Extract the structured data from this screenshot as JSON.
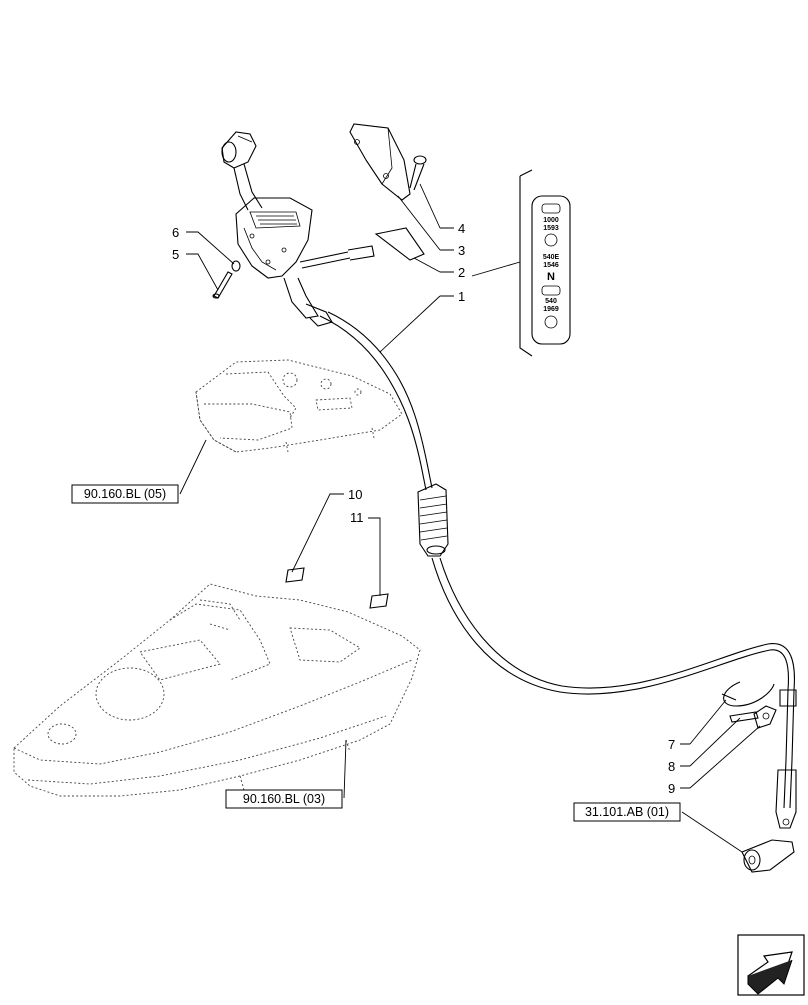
{
  "callouts": {
    "c1": "1",
    "c2": "2",
    "c3": "3",
    "c4": "4",
    "c5": "5",
    "c6": "6",
    "c7": "7",
    "c8": "8",
    "c9": "9",
    "c10": "10",
    "c11": "11"
  },
  "references": {
    "ref_top_console": "90.160.BL (05)",
    "ref_bottom_console": "90.160.BL (03)",
    "ref_lever": "31.101.AB (01)"
  },
  "decal": {
    "speed_1000": "1000",
    "speed_1593": "1593",
    "speed_540e": "540E",
    "speed_1546": "1546",
    "neutral": "N",
    "speed_540": "540",
    "speed_1969": "1969"
  },
  "icons": {
    "nav_arrow": "next-page-arrow-icon"
  }
}
